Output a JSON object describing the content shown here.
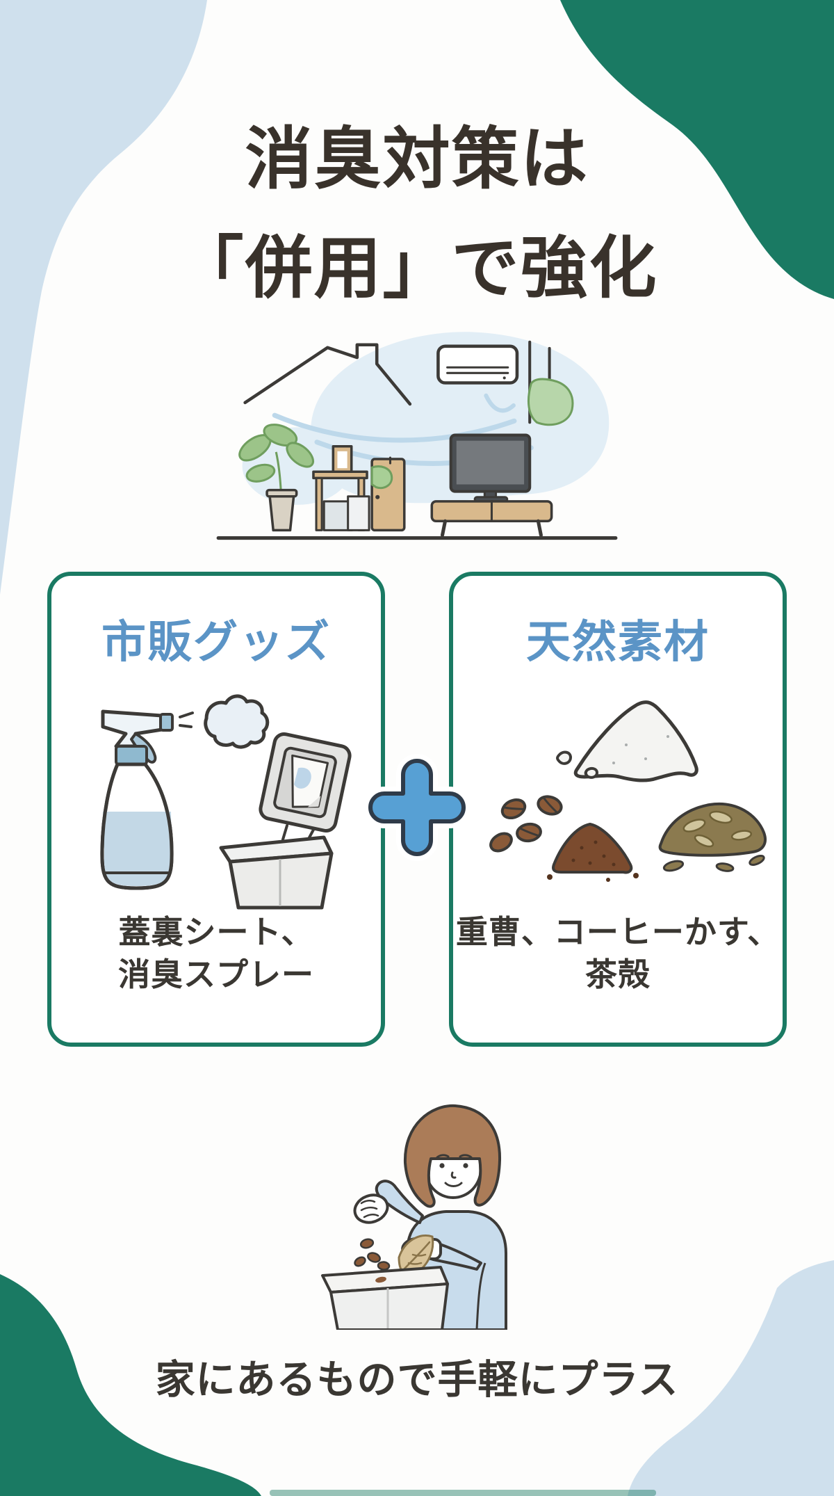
{
  "title": {
    "line1": "消臭対策は",
    "line2": "「併用」で強化"
  },
  "cards": [
    {
      "header": "市販グッズ",
      "caption": [
        "蓋裏シート、",
        "消臭スプレー"
      ],
      "illustration": "deodorant-spray-bottle-and-trash-can-with-lid-sheet"
    },
    {
      "header": "天然素材",
      "caption": [
        "重曹、コーヒーかす、",
        "茶殻"
      ],
      "illustration": "baking-soda-coffee-grounds-and-tea-leaves"
    }
  ],
  "connector": {
    "symbol": "plus"
  },
  "footer": {
    "text": "家にあるもので手軽にプラス"
  },
  "illustrations": {
    "top": "living-room-with-air-conditioner-and-airflow",
    "bottom": "woman-adding-coffee-grounds-and-tea-leaves-to-bin"
  },
  "colors": {
    "accent_green": "#1a7a63",
    "plus_blue": "#57a0d4",
    "heading_blue": "#5b94c6",
    "text_dark": "#39322b",
    "blob_light_blue": "#cfe0ed",
    "background": "#fdfdfc"
  }
}
